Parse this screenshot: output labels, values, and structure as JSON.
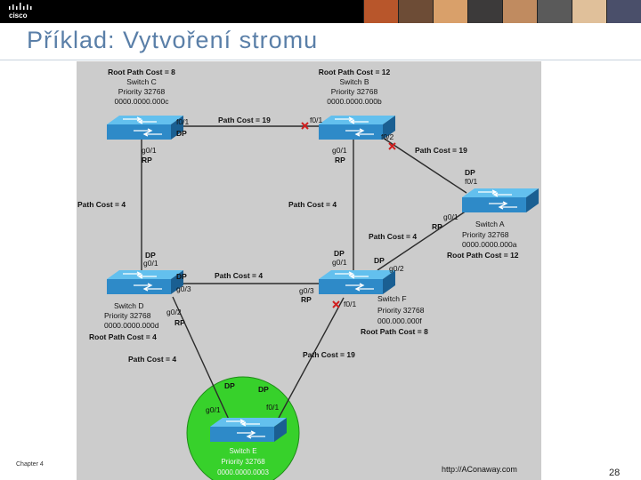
{
  "header": {
    "title": "Příklad: Vytvoření stromu",
    "logo_text": "cisco"
  },
  "footer": {
    "chapter": "Chapter 4",
    "page_number": "28"
  },
  "diagram": {
    "switch_c": {
      "root_cost": "Root Path Cost = 8",
      "name": "Switch C",
      "priority": "Priority 32768",
      "mac": "0000.0000.000c"
    },
    "switch_b": {
      "root_cost": "Root Path Cost = 12",
      "name": "Switch B",
      "priority": "Priority 32768",
      "mac": "0000.0000.000b"
    },
    "switch_a": {
      "name": "Switch A",
      "priority": "Priority 32768",
      "mac": "0000.0000.000a",
      "root_cost": "Root Path Cost = 12"
    },
    "switch_d": {
      "name": "Switch D",
      "priority": "Priority 32768",
      "mac": "0000.0000.000d",
      "root_cost": "Root Path Cost = 4"
    },
    "switch_f": {
      "name": "Switch F",
      "priority": "Priority 32768",
      "mac": "000.000.000f",
      "root_cost": "Root Path Cost = 8"
    },
    "switch_e": {
      "name": "Switch E",
      "priority": "Priority 32768",
      "mac": "0000.0000.0003"
    },
    "path_costs": {
      "c_b": "Path Cost = 19",
      "b_a": "Path Cost = 19",
      "c_d": "Path Cost = 4",
      "b_f": "Path Cost = 4",
      "a_f": "Path Cost = 4",
      "d_f": "Path Cost = 4",
      "d_e": "Path Cost = 4",
      "f_e": "Path Cost = 19"
    },
    "ports": {
      "c_f01": "f0/1",
      "c_dp": "DP",
      "c_g01": "g0/1",
      "c_rp": "RP",
      "b_f01": "f0/1",
      "b_f02": "f0/2",
      "b_g01": "g0/1",
      "b_rp": "RP",
      "a_dp": "DP",
      "a_f01": "f0/1",
      "a_g01": "g0/1",
      "a_rp": "RP",
      "d_dp_top": "DP",
      "d_g01": "g0/1",
      "d_dp_right": "DP",
      "d_g03": "g0/3",
      "d_g02": "g0/2",
      "d_rp": "RP",
      "f_dp_top": "DP",
      "f_g01": "g0/1",
      "f_dp_a": "DP",
      "f_g02": "g0/2",
      "f_g03": "g0/3",
      "f_rp": "RP",
      "f_f01": "f0/1",
      "e_dp_left": "DP",
      "e_dp_right": "DP",
      "e_g01": "g0/1",
      "e_f01": "f0/1"
    },
    "watermark": "http://AConaway.com"
  },
  "colors": {
    "title": "#5a7fa8",
    "diagram_bg": "#cccccc",
    "link": "#2b2b2b",
    "blocked": "#d02020",
    "root_circle": "#37d12b",
    "switch_top": "#3aa3dd",
    "switch_side": "#1a6fa8"
  }
}
